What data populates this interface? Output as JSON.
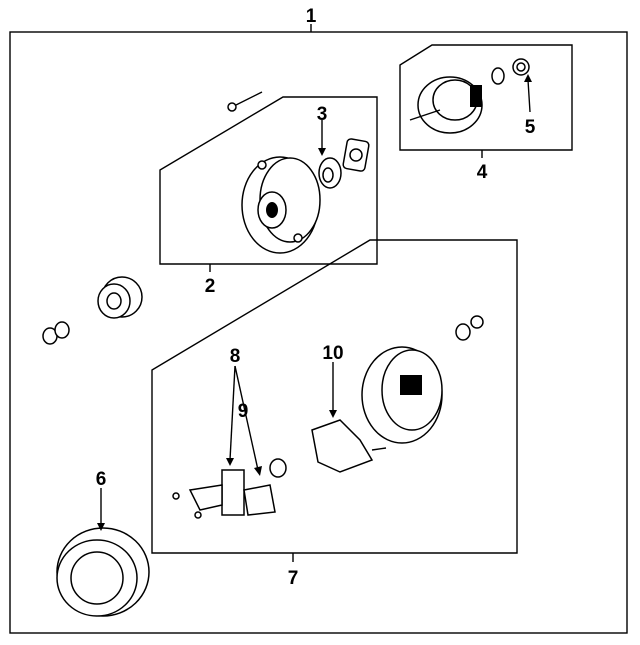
{
  "diagram": {
    "type": "exploded parts diagram - alternator",
    "callouts": [
      {
        "id": "1",
        "label": "1"
      },
      {
        "id": "2",
        "label": "2"
      },
      {
        "id": "3",
        "label": "3"
      },
      {
        "id": "4",
        "label": "4"
      },
      {
        "id": "5",
        "label": "5"
      },
      {
        "id": "6",
        "label": "6"
      },
      {
        "id": "7",
        "label": "7"
      },
      {
        "id": "8",
        "label": "8"
      },
      {
        "id": "9",
        "label": "9"
      },
      {
        "id": "10",
        "label": "10"
      }
    ]
  }
}
